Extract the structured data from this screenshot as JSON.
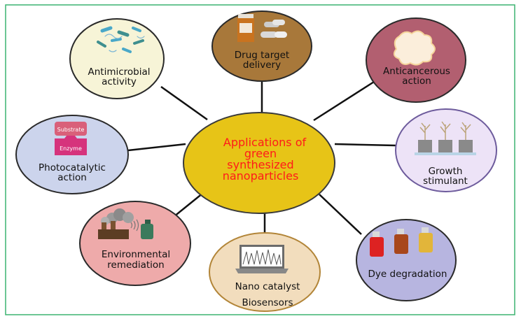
{
  "colors": {
    "frame": "#3cb371",
    "connector": "#111111",
    "center_fill": "#e7c417",
    "center_text": "#ff1a1a"
  },
  "center": {
    "line1": "Applications  of",
    "line2": "green",
    "line3": "synthesized",
    "line4": "nanoparticles"
  },
  "nodes": {
    "drug_delivery": {
      "line1": "Drug target",
      "line2": "delivery",
      "fill": "#a8783a",
      "icon": "pill-bottle-icon"
    },
    "anticancer": {
      "line1": "Anticancerous",
      "line2": "action",
      "fill": "#b25f70",
      "icon": "cancer-cell-icon"
    },
    "growth": {
      "line1": "Growth",
      "line2": "stimulant",
      "fill": "#ede3f7",
      "icon": "plant-pots-icon"
    },
    "dye": {
      "line1": "Dye degradation",
      "fill": "#b7b5e0",
      "icon": "dye-bottles-icon"
    },
    "catalyst": {
      "line1": "Nano catalyst",
      "line2": "Biosensors",
      "fill": "#f2ddbd",
      "icon": "laptop-graph-icon"
    },
    "environment": {
      "line1": "Environmental",
      "line2": "remediation",
      "fill": "#eeaaaa",
      "icon": "factory-spray-icon"
    },
    "photocatalytic": {
      "line1": "Photocatalytic",
      "line2": "action",
      "fill": "#ccd4ec",
      "icon": "substrate-enzyme-icon",
      "substrate": "Substrate",
      "enzyme": "Enzyme"
    },
    "antimicrobial": {
      "line1": "Antimicrobial",
      "line2": "activity",
      "fill": "#f7f4d7",
      "icon": "bacteria-icon"
    }
  }
}
